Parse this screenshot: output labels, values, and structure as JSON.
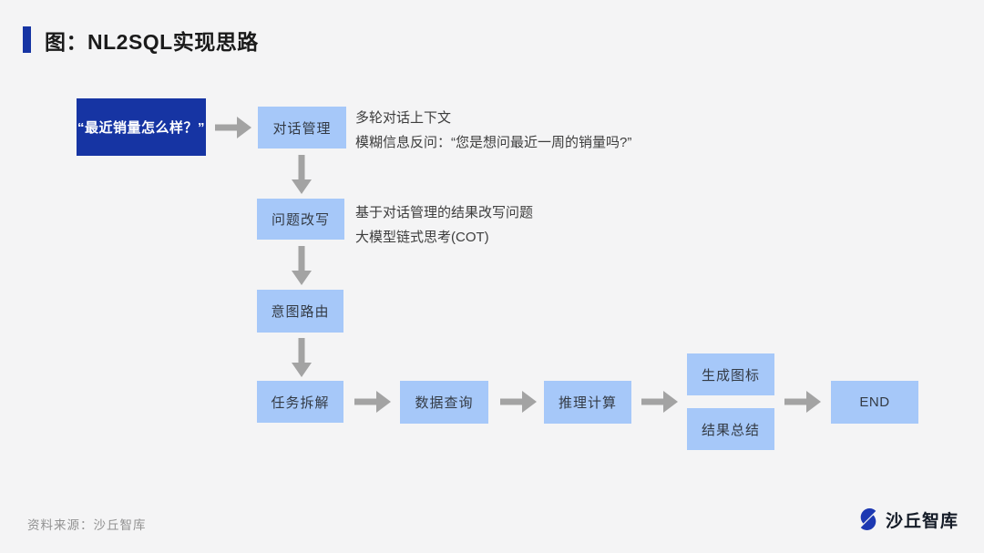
{
  "title": "图：NL2SQL实现思路",
  "flow": {
    "input": "“最近销量怎么样？”",
    "nodes": {
      "dialog": "对话管理",
      "rewrite": "问题改写",
      "intent": "意图路由",
      "task": "任务拆解",
      "query": "数据查询",
      "reason": "推理计算",
      "chart": "生成图标",
      "summary": "结果总结",
      "end": "END"
    },
    "notes": {
      "dialog_line1": "多轮对话上下文",
      "dialog_line2": "模糊信息反问：“您是想问最近一周的销量吗?”",
      "rewrite_line1": "基于对话管理的结果改写问题",
      "rewrite_line2": "大模型链式思考(COT)"
    }
  },
  "footer": {
    "source": "资料来源：沙丘智库",
    "logo_text": "沙丘智库"
  },
  "colors": {
    "accent_dark_blue": "#1634a3",
    "node_light_blue": "#a6c8f9",
    "arrow_gray": "#a3a3a3",
    "logo_blue": "#1c38b2",
    "background": "#f4f4f5"
  }
}
